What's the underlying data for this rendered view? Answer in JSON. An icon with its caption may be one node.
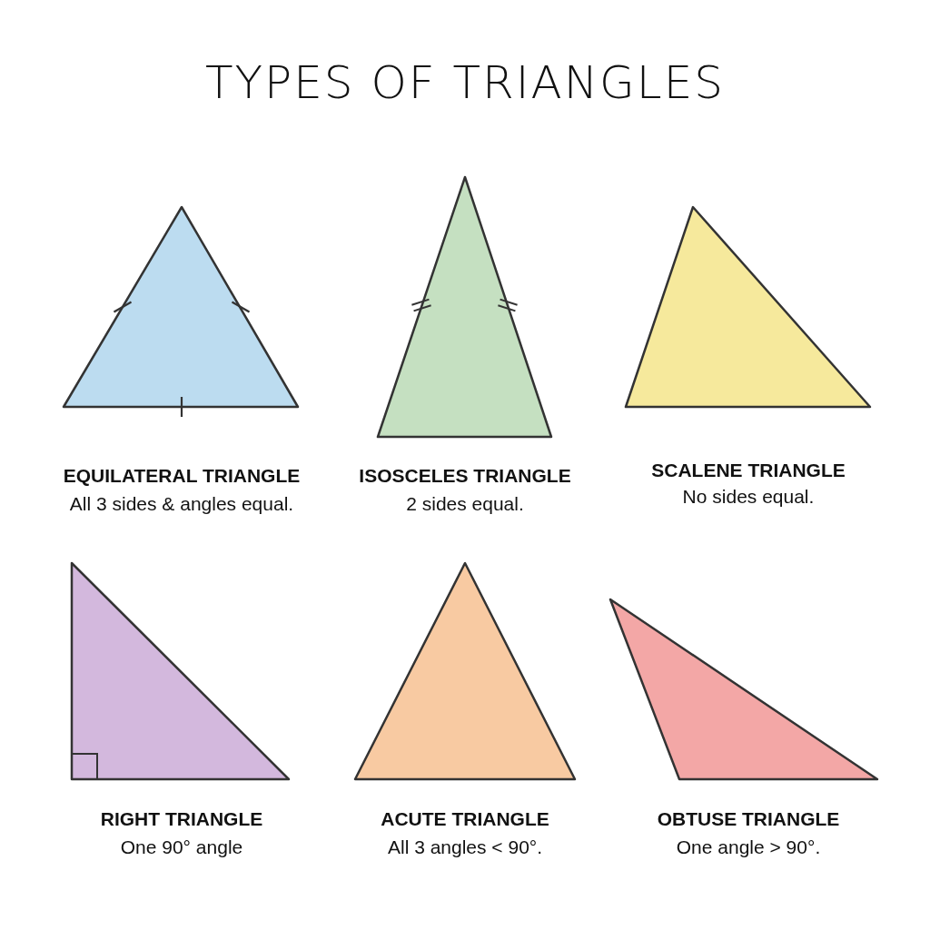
{
  "diagram": {
    "title": "TYPES OF TRIANGLES",
    "nodes": [
      {
        "text": [
          "EQUILATERAL TRIANGLE",
          "All 3 sides & angles equal."
        ]
      },
      {
        "text": [
          "ISOSCELES TRIANGLE",
          "2 sides equal."
        ]
      },
      {
        "text": [
          "SCALENE TRIANGLE",
          "No sides equal."
        ]
      },
      {
        "text": [
          "RIGHT TRIANGLE",
          "One 90° angle"
        ]
      },
      {
        "text": [
          "ACUTE TRIANGLE",
          "All 3 angles < 90°."
        ]
      },
      {
        "text": [
          "OBTUSE TRIANGLE",
          "One angle > 90°."
        ]
      }
    ]
  }
}
